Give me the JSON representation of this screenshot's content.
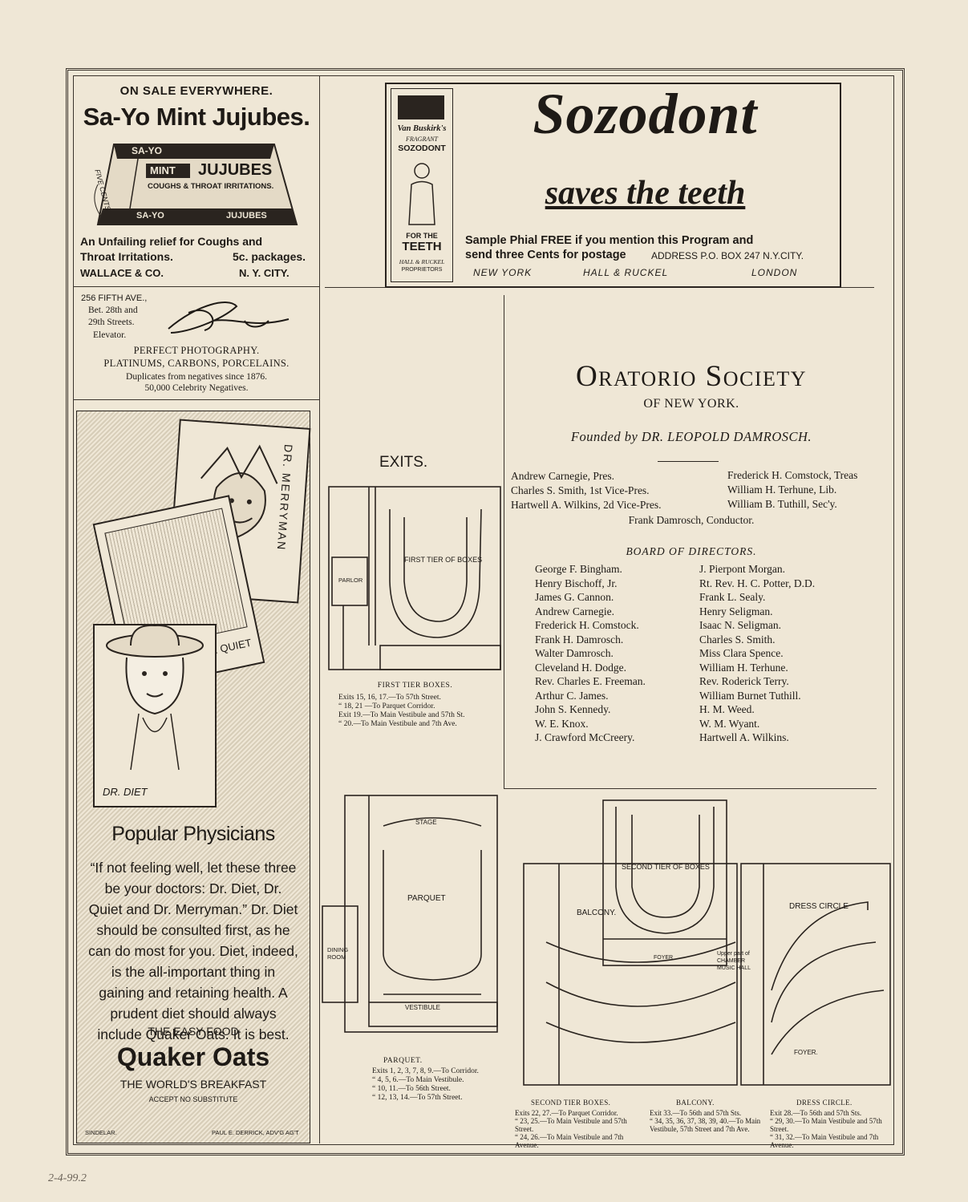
{
  "handwritten_note": "2-4-99.2",
  "jujubes_ad": {
    "sale_line": "ON SALE EVERYWHERE.",
    "product_title": "Sa-Yo Mint Jujubes.",
    "box_brand": "SA-YO",
    "box_word_mint": "MINT",
    "box_word_jujubes": "JUJUBES",
    "box_side": "FIVE CENTS",
    "box_line1": "COUGHS & THROAT IRRITATIONS.",
    "relief_line1": "An Unfailing relief for Coughs and",
    "relief_line2": "Throat Irritations.",
    "price": "5c. packages.",
    "company": "WALLACE & CO.",
    "city": "N. Y. CITY."
  },
  "photographer_ad": {
    "address": "256 FIFTH AVE.,",
    "between": "Bet. 28th and",
    "streets": "29th Streets.",
    "elevator": "Elevator.",
    "signature": "Falk",
    "line1": "PERFECT PHOTOGRAPHY.",
    "line2": "PLATINUMS, CARBONS, PORCELAINS.",
    "line3": "Duplicates from negatives since 1876.",
    "line4": "50,000 Celebrity Negatives."
  },
  "quaker_ad": {
    "card_merryman": "DR. MERRYMAN",
    "card_quiet": "DR. QUIET",
    "card_diet": "DR. DIET",
    "headline": "Popular Physicians",
    "body": "“If not feeling well, let these three be your doctors: Dr. Diet, Dr. Quiet and Dr. Merryman.” Dr. Diet should be consulted first, as he can do most for you. Diet, indeed, is the all-important thing in gaining and retaining health. A prudent diet should always include Quaker Oats. It is best.",
    "easy_food": "THE EASY FOOD",
    "brand": "Quaker Oats",
    "tagline": "THE WORLD'S BREAKFAST",
    "accept": "ACCEPT NO SUBSTITUTE",
    "credit_left": "SINDELAR.",
    "credit_right": "PAUL E. DERRICK, ADV'G AG'T"
  },
  "sozodont_ad": {
    "bottle_maker": "Van Buskirk's",
    "bottle_fragrant": "FRAGRANT",
    "bottle_name": "SOZODONT",
    "bottle_for": "FOR THE",
    "bottle_teeth": "TEETH",
    "bottle_company": "HALL & RUCKEL",
    "bottle_proprietors": "PROPRIETORS",
    "brand": "Sozodont",
    "slogan": "saves the teeth",
    "offer_line1": "Sample Phial FREE if you mention this Program and",
    "offer_line2": "send three Cents for postage",
    "offer_address": "ADDRESS P.O. BOX 247 N.Y.CITY.",
    "city1": "NEW YORK",
    "city2": "HALL & RUCKEL",
    "city3": "LONDON"
  },
  "society": {
    "title": "Oratorio Society",
    "subtitle": "OF NEW YORK.",
    "founded": "Founded by DR. LEOPOLD DAMROSCH.",
    "officers_left": [
      "Andrew Carnegie, Pres.",
      "Charles S. Smith, 1st Vice-Pres.",
      "Hartwell A. Wilkins, 2d Vice-Pres."
    ],
    "officers_right": [
      "Frederick H. Comstock, Treas",
      "William H. Terhune, Lib.",
      "William B. Tuthill, Sec'y."
    ],
    "conductor": "Frank Damrosch, Conductor.",
    "board_heading": "BOARD OF DIRECTORS.",
    "board_left": [
      "George F. Bingham.",
      "Henry Bischoff, Jr.",
      "James G. Cannon.",
      "Andrew Carnegie.",
      "Frederick H. Comstock.",
      "Frank H. Damrosch.",
      "Walter Damrosch.",
      "Cleveland H. Dodge.",
      "Rev. Charles E. Freeman.",
      "Arthur C. James.",
      "John S. Kennedy.",
      "W. E. Knox.",
      "J. Crawford McCreery."
    ],
    "board_right": [
      "J. Pierpont Morgan.",
      "Rt. Rev. H. C. Potter, D.D.",
      "Frank L. Sealy.",
      "Henry Seligman.",
      "Isaac N. Seligman.",
      "Charles S. Smith.",
      "Miss Clara Spence.",
      "William H. Terhune.",
      "Rev. Roderick Terry.",
      "William Burnet Tuthill.",
      "H. M. Weed.",
      "W. M. Wyant.",
      "Hartwell A. Wilkins."
    ]
  },
  "exits": {
    "heading": "EXITS.",
    "first_tier": {
      "plan_label": "FIRST TIER OF BOXES",
      "room_label": "PARLOR",
      "caption": "FIRST TIER BOXES.",
      "lines": [
        "Exits 15, 16, 17.—To 57th Street.",
        "“ 18, 21 —To Parquet Corridor.",
        "Exit 19.—To Main Vestibule and 57th St.",
        "“ 20.—To Main Vestibule and 7th Ave."
      ]
    },
    "parquet": {
      "stage_label": "STAGE",
      "plan_label": "PARQUET",
      "room_label": "DINING ROOM",
      "vestibule_label": "VESTIBULE",
      "caption": "PARQUET.",
      "lines": [
        "Exits 1, 2, 3, 7, 8, 9.—To Corridor.",
        "“ 4, 5, 6.—To Main Vestibule.",
        "“ 10, 11.—To 56th Street.",
        "“ 12, 13, 14.—To 57th Street."
      ]
    },
    "second_tier": {
      "plan_label": "SECOND TIER OF BOXES",
      "foyer_label": "FOYER",
      "balcony_label": "BALCONY.",
      "caption": "SECOND TIER BOXES.",
      "lines": [
        "Exits 22, 27.—To Parquet Corridor.",
        "“ 23, 25.—To Main Vestibule and 57th Street.",
        "“ 24, 26.—To Main Vestibule and 7th Avenue."
      ]
    },
    "balcony": {
      "caption": "BALCONY.",
      "lines": [
        "Exit 33.—To 56th and 57th Sts.",
        "“ 34, 35, 36, 37, 38, 39, 40.—To Main Vestibule, 57th Street and 7th Ave."
      ]
    },
    "dress_circle": {
      "plan_label": "DRESS CIRCLE",
      "upper_label": "Upper part of CHAMBER MUSIC HALL",
      "foyer_label": "FOYER.",
      "caption": "DRESS CIRCLE.",
      "lines": [
        "Exit 28.—To 56th and 57th Sts.",
        "“ 29, 30.—To Main Vestibule and 57th Street.",
        "“ 31, 32.—To Main Vestibule and 7th Avenue."
      ]
    }
  }
}
